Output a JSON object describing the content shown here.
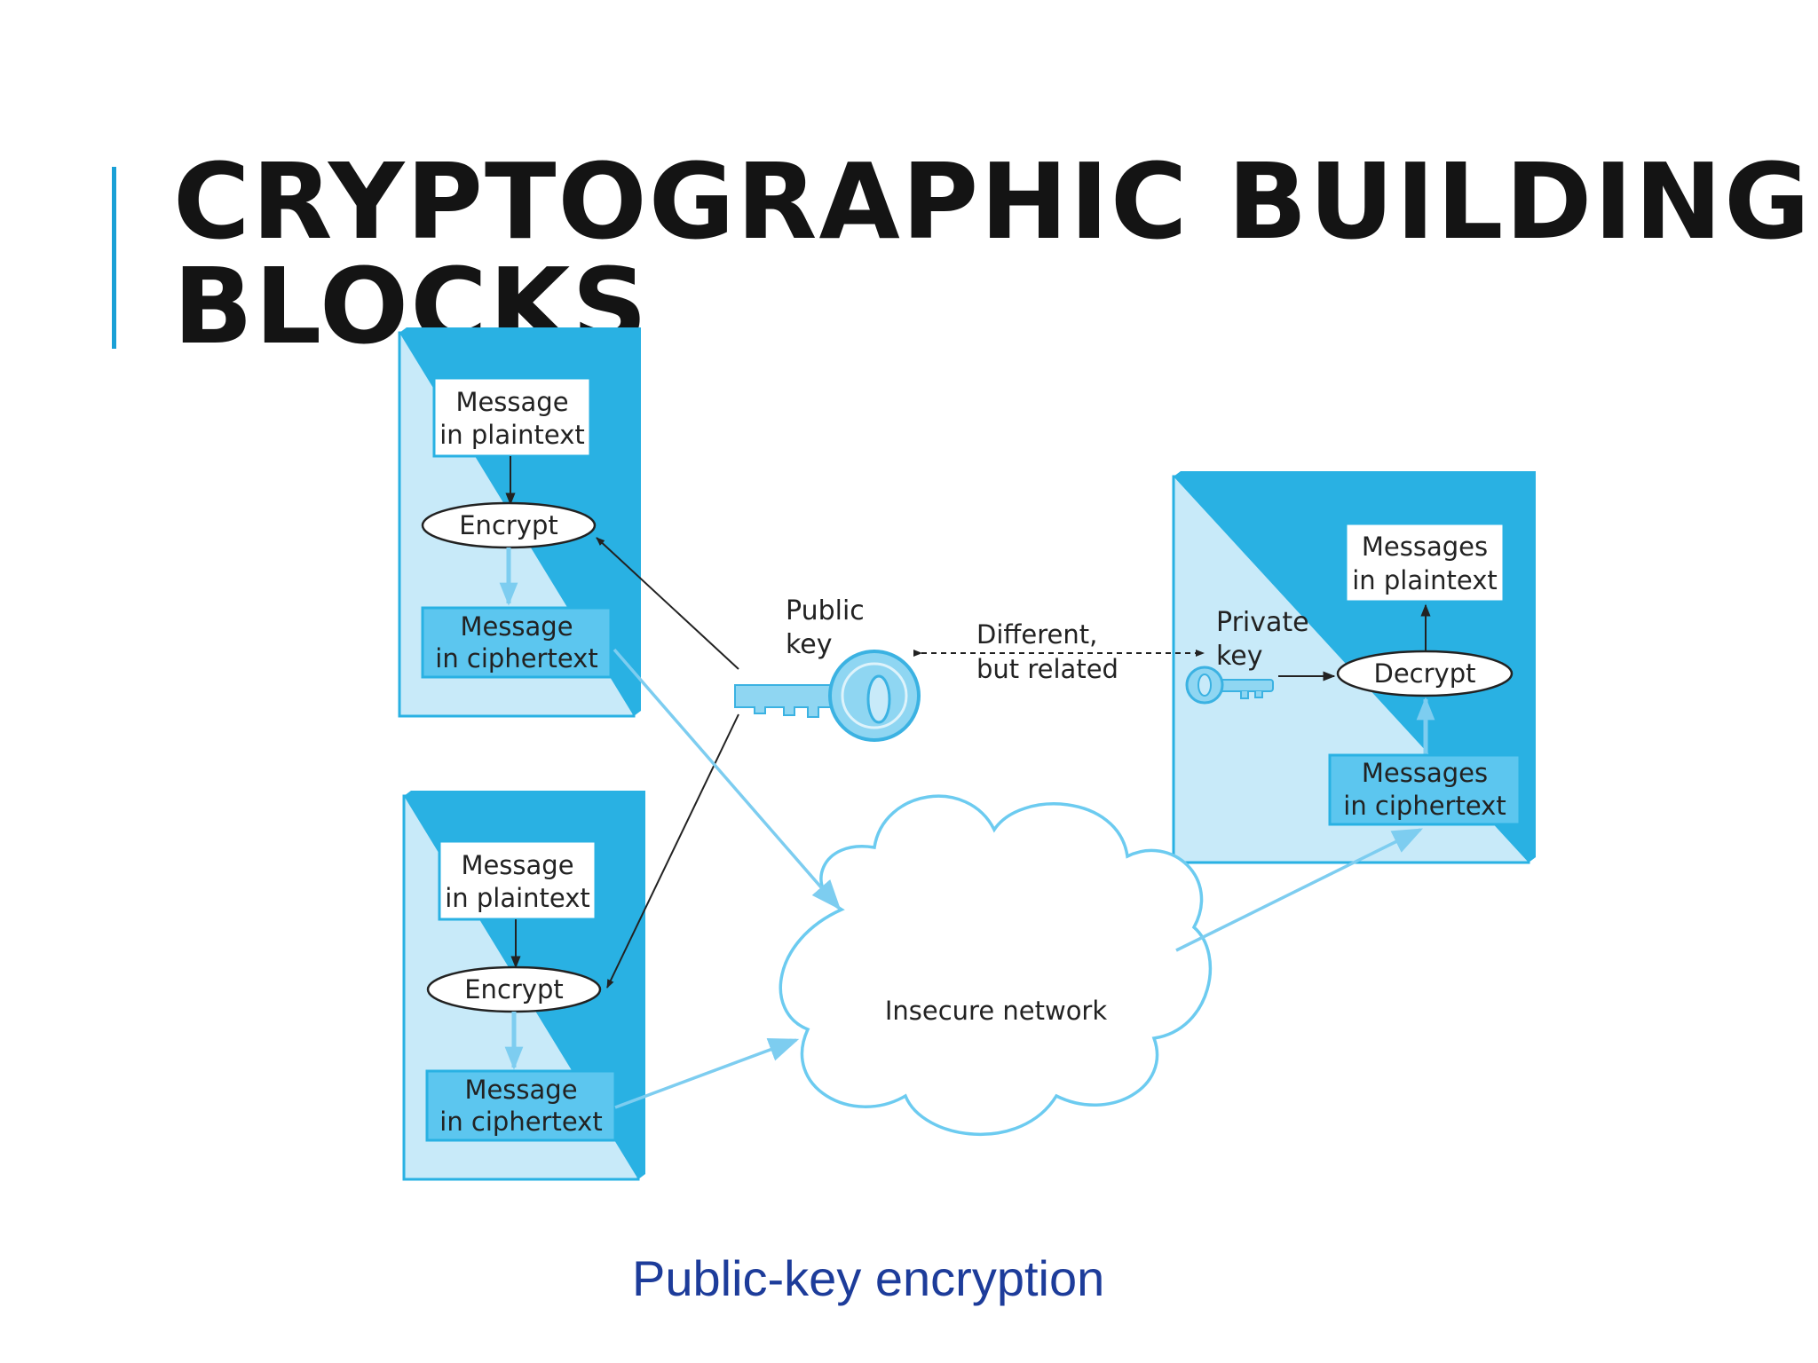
{
  "slide": {
    "title_line1": "CRYPTOGRAPHIC BUILDING",
    "title_line2": "BLOCKS",
    "caption": "Public-key encryption"
  },
  "colors": {
    "accent": "#1aa0d6",
    "panel_fill": "#c8eaf9",
    "panel_border": "#29b1e3",
    "cipher_fill": "#5cc6ef",
    "flow_arrow": "#7dcdf0",
    "caption": "#1d3c9a"
  },
  "diagram": {
    "sender_top": {
      "plaintext_line1": "Message",
      "plaintext_line2": "in plaintext",
      "encrypt": "Encrypt",
      "cipher_line1": "Message",
      "cipher_line2": "in ciphertext"
    },
    "sender_bottom": {
      "plaintext_line1": "Message",
      "plaintext_line2": "in plaintext",
      "encrypt": "Encrypt",
      "cipher_line1": "Message",
      "cipher_line2": "in ciphertext"
    },
    "receiver": {
      "plaintext_line1": "Messages",
      "plaintext_line2": "in plaintext",
      "decrypt": "Decrypt",
      "cipher_line1": "Messages",
      "cipher_line2": "in ciphertext"
    },
    "public_key_line1": "Public",
    "public_key_line2": "key",
    "private_key_line1": "Private",
    "private_key_line2": "key",
    "relation_line1": "Different,",
    "relation_line2": "but related",
    "network": "Insecure network",
    "icons": [
      "public-key-icon",
      "private-key-icon",
      "cloud-icon"
    ]
  }
}
